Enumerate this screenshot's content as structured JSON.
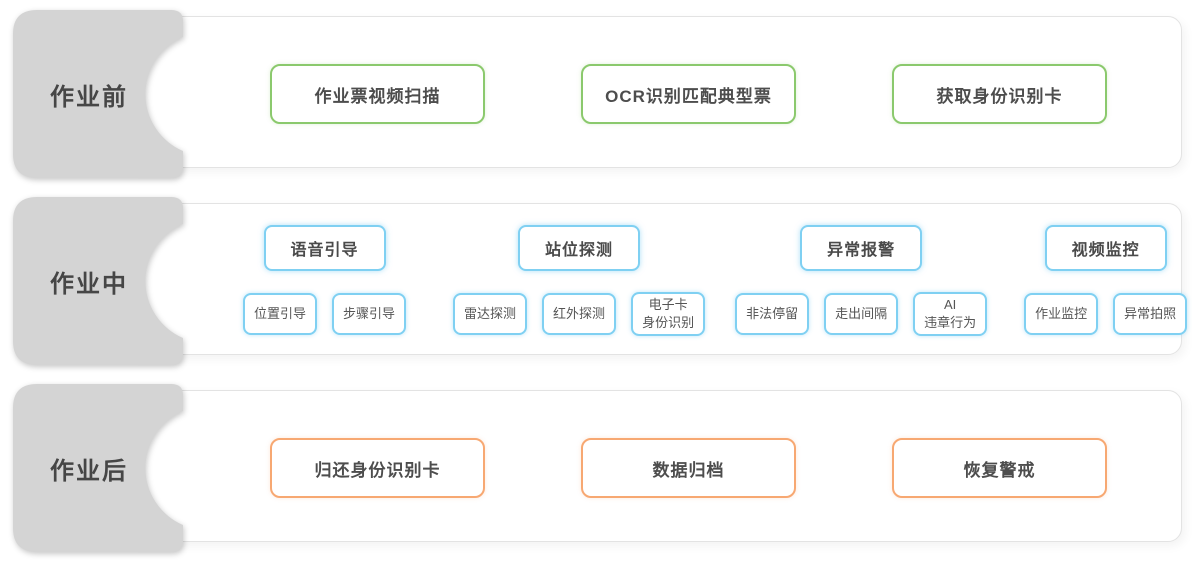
{
  "colors": {
    "tab_bg": "#d4d4d4",
    "tab_text": "#464646",
    "panel_border": "#e3e3e3",
    "accent_before": "#8bc96d",
    "accent_during": "#7fd0f2",
    "accent_after": "#f7a872",
    "box_text": "#4d4d4d"
  },
  "rows": [
    {
      "id": "before",
      "label": "作业前",
      "accent": "#8bc96d",
      "boxes": [
        "作业票视频扫描",
        "OCR识别匹配典型票",
        "获取身份识别卡"
      ]
    },
    {
      "id": "during",
      "label": "作业中",
      "accent": "#7fd0f2",
      "groups": [
        {
          "header": "语音引导",
          "items": [
            "位置引导",
            "步骤引导"
          ]
        },
        {
          "header": "站位探测",
          "items": [
            "雷达探测",
            "红外探测",
            "电子卡\n身份识别"
          ]
        },
        {
          "header": "异常报警",
          "items": [
            "非法停留",
            "走出间隔",
            "AI\n违章行为"
          ]
        },
        {
          "header": "视频监控",
          "items": [
            "作业监控",
            "异常拍照"
          ]
        }
      ]
    },
    {
      "id": "after",
      "label": "作业后",
      "accent": "#f7a872",
      "boxes": [
        "归还身份识别卡",
        "数据归档",
        "恢复警戒"
      ]
    }
  ]
}
